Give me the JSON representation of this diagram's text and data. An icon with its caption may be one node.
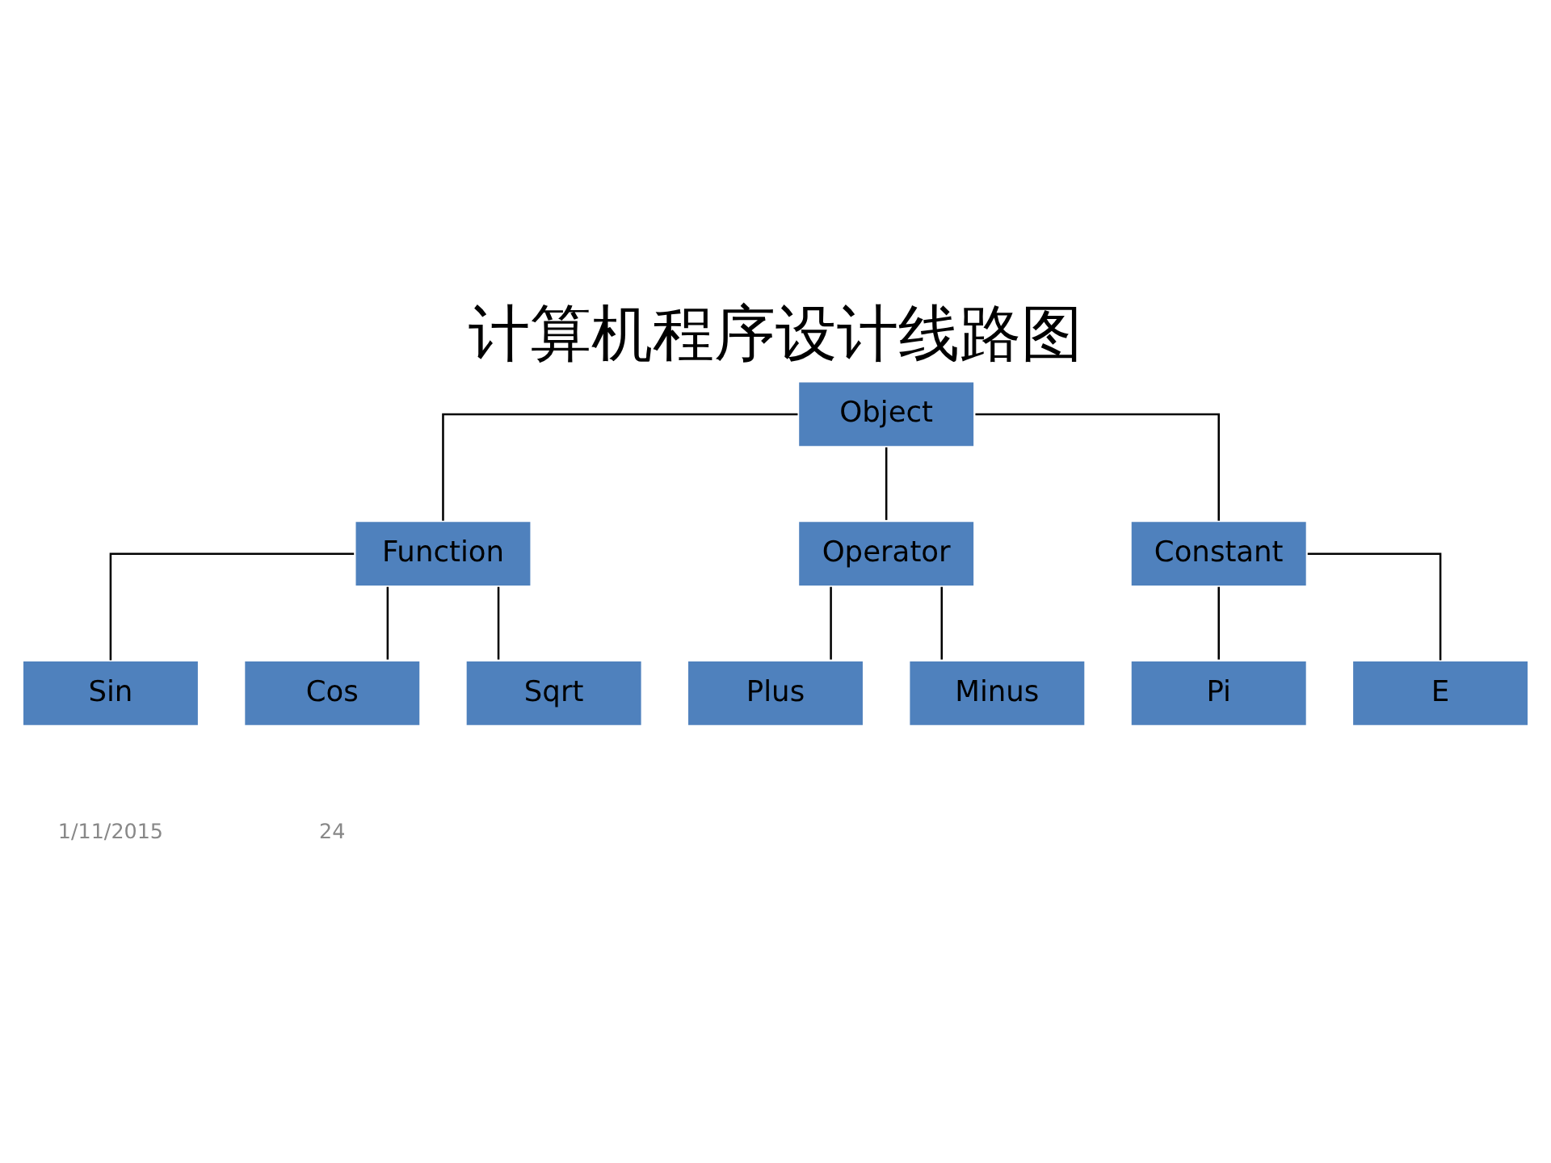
{
  "diagram": {
    "title": "计算机程序设计线路图",
    "nodes": [
      {
        "text": [
          "Object"
        ]
      },
      {
        "text": [
          "Function"
        ]
      },
      {
        "text": [
          "Operator"
        ]
      },
      {
        "text": [
          "Constant"
        ]
      },
      {
        "text": [
          "Sin"
        ]
      },
      {
        "text": [
          "Cos"
        ]
      },
      {
        "text": [
          "Sqrt"
        ]
      },
      {
        "text": [
          "Plus"
        ]
      },
      {
        "text": [
          "Minus"
        ]
      },
      {
        "text": [
          "Pi"
        ]
      },
      {
        "text": [
          "E"
        ]
      }
    ],
    "edges": [
      {
        "from": 0,
        "to": 1,
        "arrow": "none"
      },
      {
        "from": 0,
        "to": 2,
        "arrow": "none"
      },
      {
        "from": 0,
        "to": 3,
        "arrow": "none"
      },
      {
        "from": 1,
        "to": 4,
        "arrow": "none"
      },
      {
        "from": 1,
        "to": 5,
        "arrow": "none"
      },
      {
        "from": 1,
        "to": 6,
        "arrow": "none"
      },
      {
        "from": 2,
        "to": 7,
        "arrow": "none"
      },
      {
        "from": 2,
        "to": 8,
        "arrow": "none"
      },
      {
        "from": 3,
        "to": 9,
        "arrow": "none"
      },
      {
        "from": 3,
        "to": 10,
        "arrow": "none"
      }
    ],
    "labels": [
      "1/11/2015",
      "24"
    ]
  }
}
